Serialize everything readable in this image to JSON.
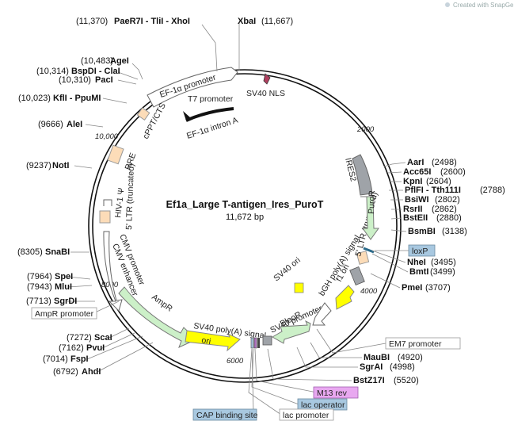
{
  "credit": "Created with SnapGene®",
  "plasmid": {
    "name": "Ef1a_Large T-antigen_Ires_PuroT",
    "size": "11,672 bp"
  },
  "ticks": [
    "2000",
    "4000",
    "6000",
    "8000",
    "10,000"
  ],
  "sites": {
    "paer7i": {
      "pos": "(11,370)",
      "name": "PaeR7I - TliI - XhoI"
    },
    "xbai": {
      "name": "XbaI",
      "pos": "(11,667)"
    },
    "agei": {
      "pos": "(10,483)",
      "name": "AgeI"
    },
    "bspdi": {
      "pos": "(10,314)",
      "name": "BspDI - ClaI"
    },
    "paci": {
      "pos": "(10,310)",
      "name": "PacI"
    },
    "kfli": {
      "pos": "(10,023)",
      "name": "KflI - PpuMI"
    },
    "alei": {
      "pos": "(9666)",
      "name": "AleI"
    },
    "noti": {
      "pos": "(9237)",
      "name": "NotI"
    },
    "snabi": {
      "pos": "(8305)",
      "name": "SnaBI"
    },
    "spei": {
      "pos": "(7964)",
      "name": "SpeI"
    },
    "mlui": {
      "pos": "(7943)",
      "name": "MluI"
    },
    "sgrdi": {
      "pos": "(7713)",
      "name": "SgrDI"
    },
    "scai": {
      "pos": "(7272)",
      "name": "ScaI"
    },
    "pvui": {
      "pos": "(7162)",
      "name": "PvuI"
    },
    "fspi": {
      "pos": "(7014)",
      "name": "FspI"
    },
    "ahdi": {
      "pos": "(6792)",
      "name": "AhdI"
    },
    "aari": {
      "name": "AarI",
      "pos": "(2498)"
    },
    "acc65i": {
      "name": "Acc65I",
      "pos": "(2600)"
    },
    "kpni": {
      "name": "KpnI",
      "pos": "(2604)"
    },
    "pflfi": {
      "name": "PflFI - Tth111I",
      "pos": "(2788)"
    },
    "bsiwi": {
      "name": "BsiWI",
      "pos": "(2802)"
    },
    "rsrii": {
      "name": "RsrII",
      "pos": "(2862)"
    },
    "bsteii": {
      "name": "BstEII",
      "pos": "(2880)"
    },
    "bsmbi": {
      "name": "BsmBI",
      "pos": "(3138)"
    },
    "nhei": {
      "name": "NheI",
      "pos": "(3495)"
    },
    "bmti": {
      "name": "BmtI",
      "pos": "(3499)"
    },
    "pmei": {
      "name": "PmeI",
      "pos": "(3707)"
    },
    "maubi": {
      "name": "MauBI",
      "pos": "(4920)"
    },
    "sgrai": {
      "name": "SgrAI",
      "pos": "(4998)"
    },
    "bstz17i": {
      "name": "BstZ17I",
      "pos": "(5520)"
    }
  },
  "features": {
    "ef1a_promoter": "EF-1α promoter",
    "t7_promoter": "T7 promoter",
    "sv40_nls": "SV40 NLS",
    "cppt": "cPPT/CTS",
    "ef1a_intron": "EF-1α intron A",
    "rre": "RRE",
    "hiv_psi": "HIV-1 Ψ",
    "ltr5_left": "5' LTR (truncated)",
    "cmv_promoter": "CMV promoter",
    "cmv_enhancer": "CMV enhancer",
    "ampr": "AmpR",
    "ori": "ori",
    "sv40_polya": "SV40 poly(A) signal",
    "sv40_promoter": "SV40 promoter",
    "bleor": "BleoR",
    "sv40_ori": "SV40 ori",
    "bgh": "bGH poly(A) signal",
    "f1_ori": "f1 ori",
    "ltr5_right": "5' LTR (truncated)",
    "ires2": "IRES2",
    "puror": "PuroR"
  },
  "boxes": {
    "loxp": "loxP",
    "em7": "EM7 promoter",
    "ampr_promoter": "AmpR promoter",
    "m13rev": "M13 rev",
    "lac_operator": "lac operator",
    "lac_promoter": "lac promoter",
    "cap": "CAP binding site"
  },
  "colors": {
    "backbone": "#111111",
    "promoter_white": "#ffffff",
    "ampr_green": "#ccf0c8",
    "ori_yellow": "#ffff00",
    "ltr_peach": "#fcdcb8",
    "ires_gray": "#9fa3a8",
    "loxp_blue": "#a8c8e0",
    "m13_purple": "#e8a8f0",
    "lac_blue": "#a8c8e0"
  }
}
